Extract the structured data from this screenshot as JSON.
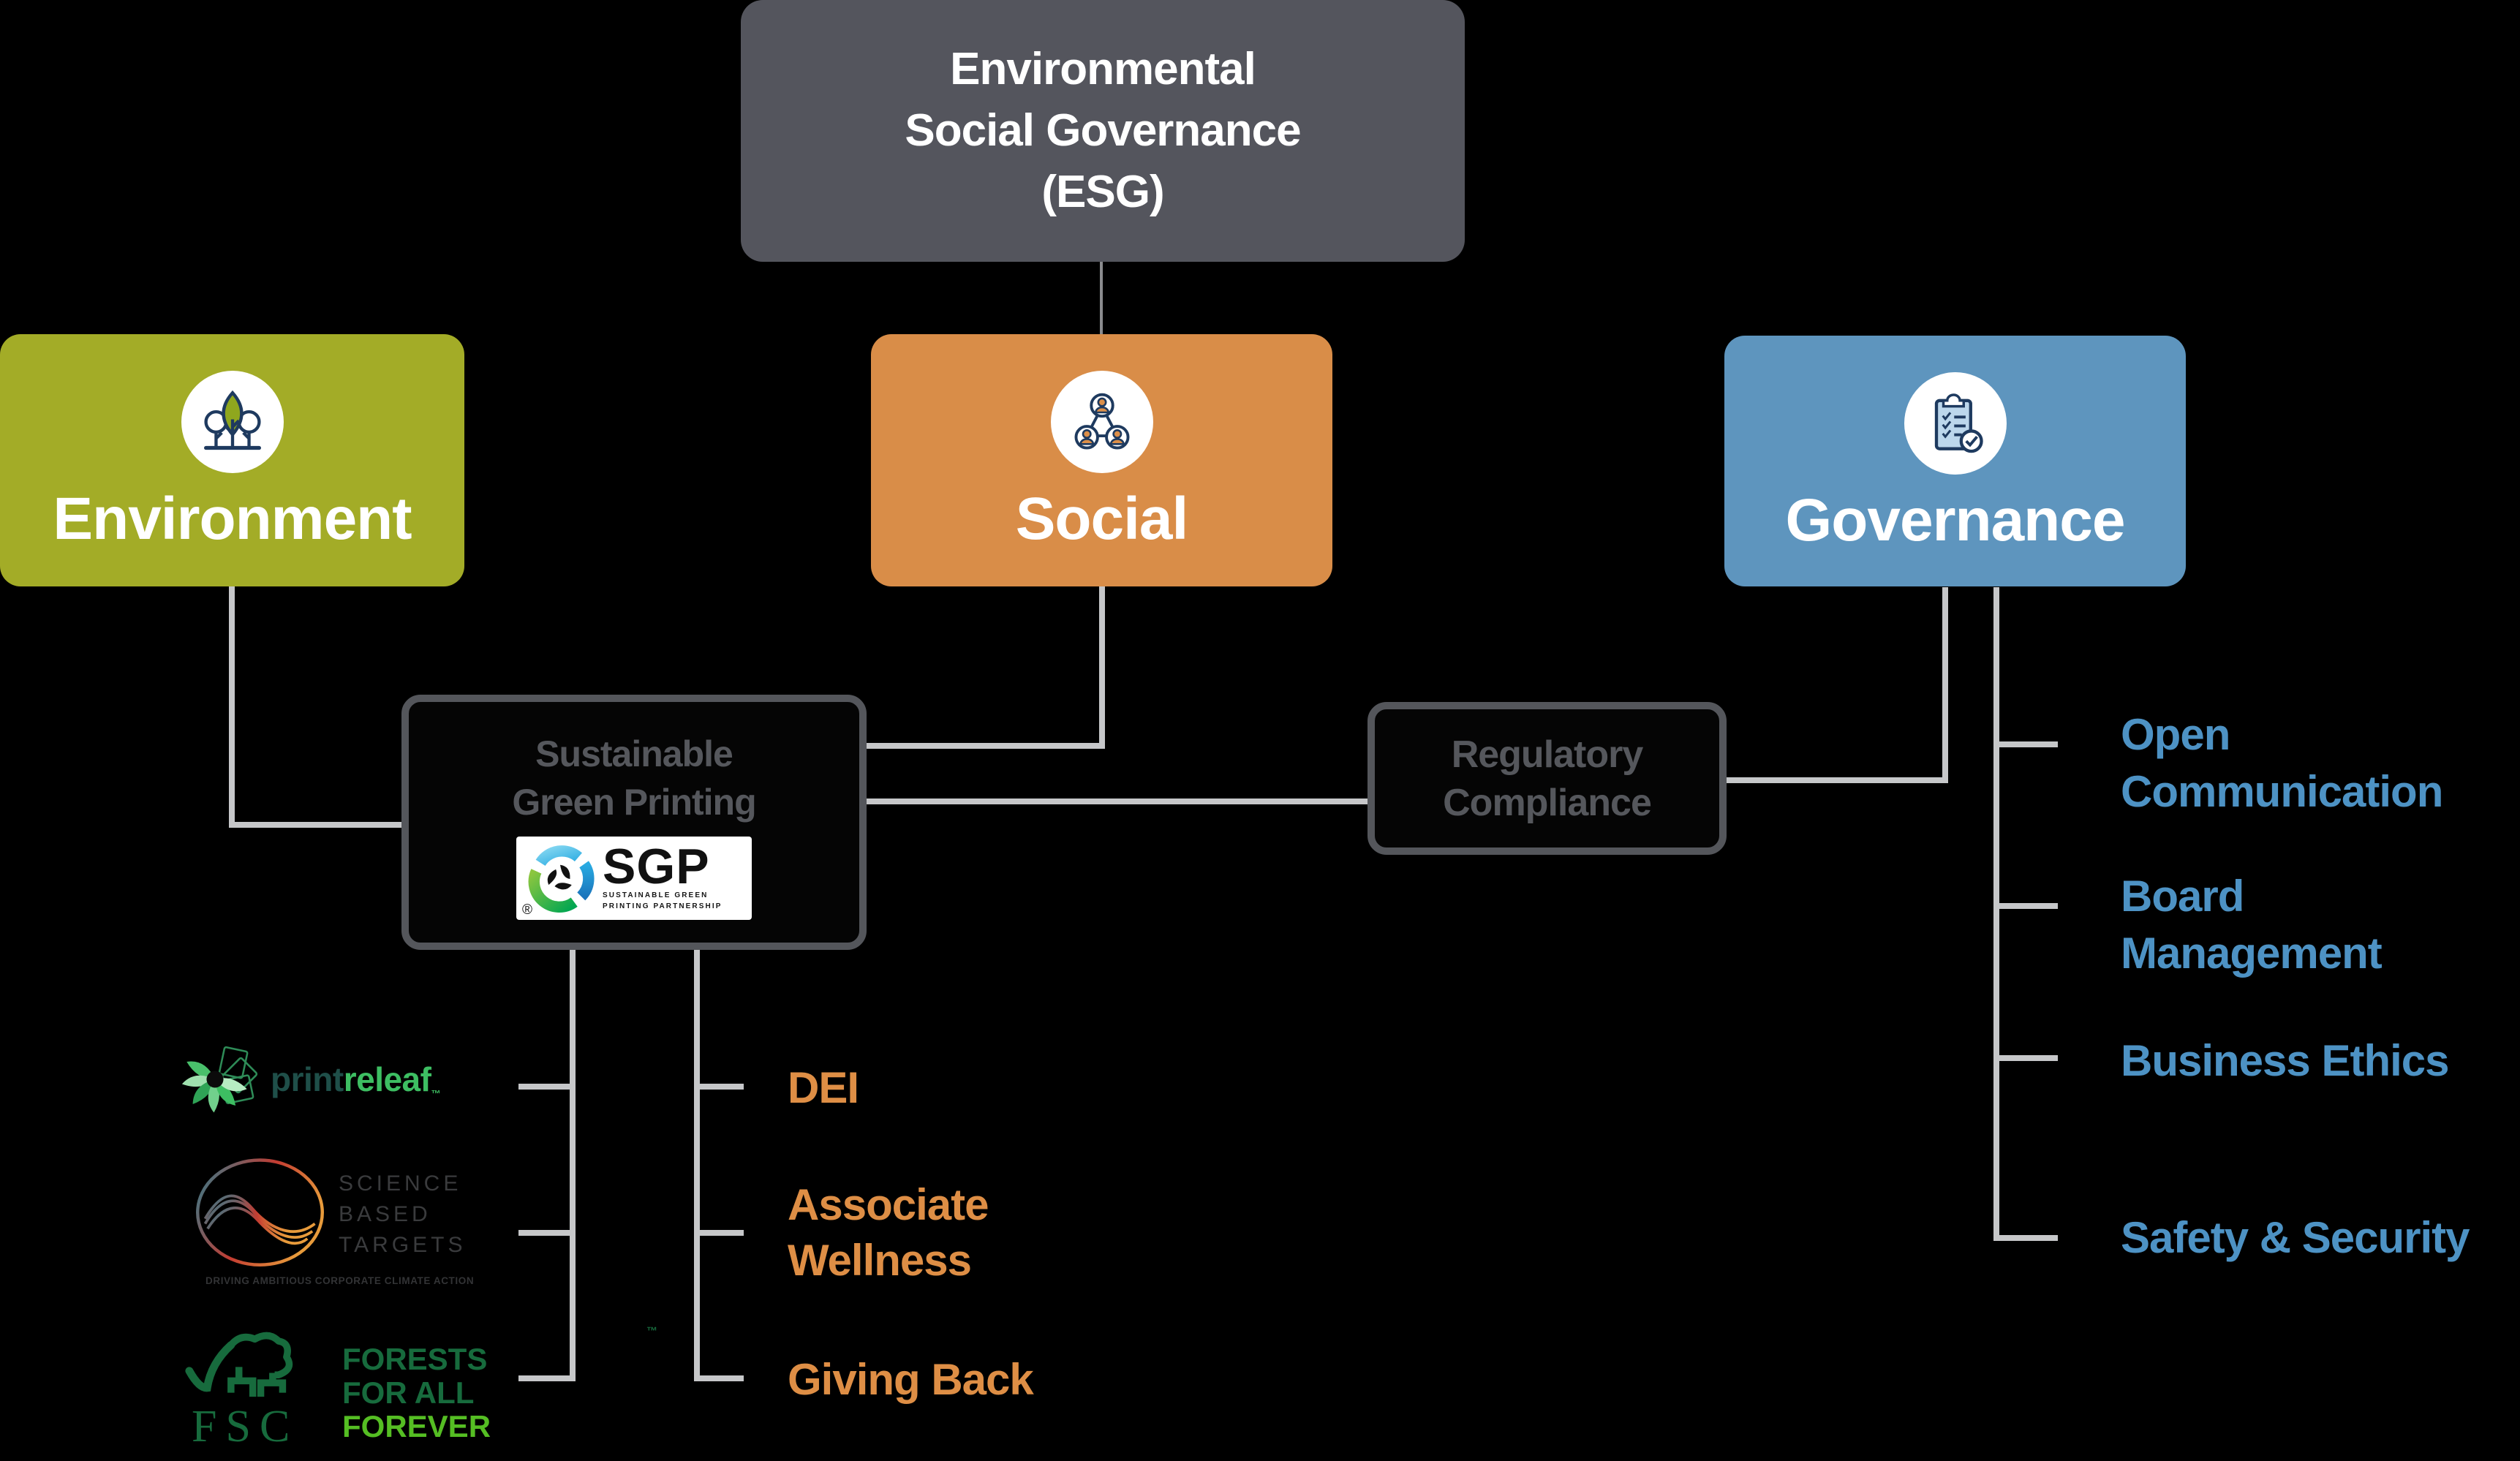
{
  "colors": {
    "background": "#000000",
    "esg_box": "#54555D",
    "environment_box": "#A3AC27",
    "social_box": "#D98D48",
    "governance_box": "#5E95BE",
    "outline_border": "#54565B",
    "muted_text": "#55575C",
    "connector": "#C6C7C9",
    "orange_text": "#DE8E45",
    "blue_text": "#4D92C4"
  },
  "esg": {
    "line1": "Environmental",
    "line2": "Social Governance",
    "line3": "(ESG)"
  },
  "pillars": {
    "environment": {
      "label": "Environment",
      "icon": "trees-icon"
    },
    "social": {
      "label": "Social",
      "icon": "people-network-icon"
    },
    "governance": {
      "label": "Governance",
      "icon": "clipboard-check-icon"
    }
  },
  "sgp_box": {
    "line1": "Sustainable",
    "line2": "Green Printing"
  },
  "sgp_logo": {
    "acronym": "SGP",
    "tag1": "SUSTAINABLE GREEN",
    "tag2": "PRINTING PARTNERSHIP",
    "registered": "®"
  },
  "regulatory": {
    "line1": "Regulatory",
    "line2": "Compliance"
  },
  "printreleaf": {
    "part1": "print",
    "part2": "releaf",
    "tm": "™"
  },
  "sbt": {
    "line1": "SCIENCE",
    "line2": "BASED",
    "line3": "TARGETS",
    "tagline": "DRIVING AMBITIOUS CORPORATE CLIMATE ACTION"
  },
  "fsc": {
    "acronym": "FSC",
    "line1": "FORESTS",
    "line2": "FOR ALL",
    "line3": "FOREVER",
    "tm": "™"
  },
  "social_items": [
    {
      "line1": "DEI"
    },
    {
      "line1": "Associate",
      "line2": "Wellness"
    },
    {
      "line1": "Giving Back"
    }
  ],
  "governance_items": [
    {
      "line1": "Open",
      "line2": "Communication"
    },
    {
      "line1": "Board",
      "line2": "Management"
    },
    {
      "line1": "Business Ethics"
    },
    {
      "line1": "Safety & Security"
    }
  ]
}
